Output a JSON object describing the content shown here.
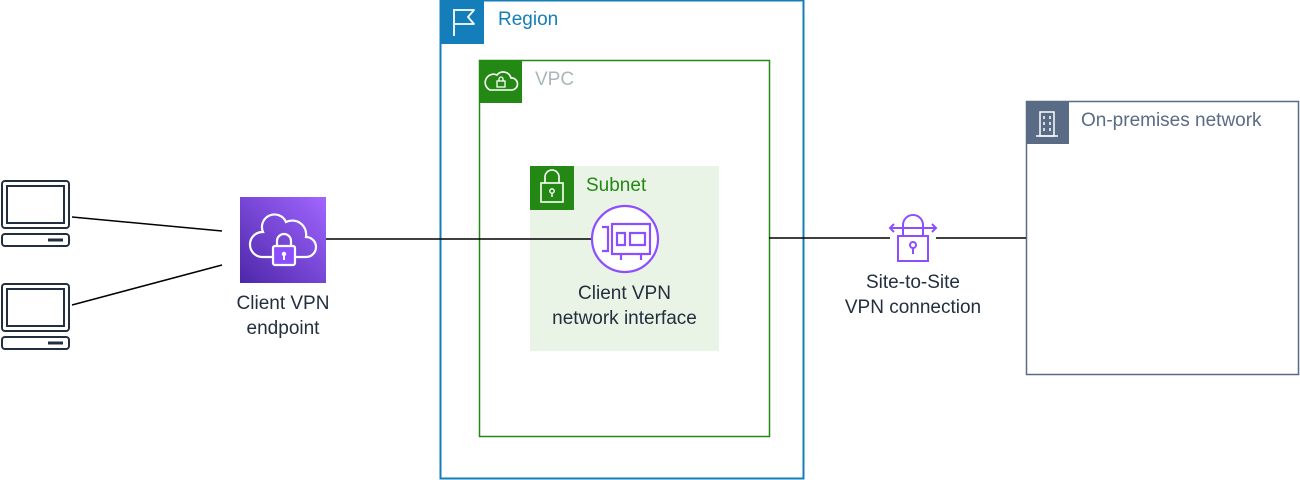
{
  "groups": {
    "region": {
      "title": "Region",
      "icon": "flag-icon",
      "color": "#147eba"
    },
    "vpc": {
      "title": "VPC",
      "icon": "cloud-lock-icon",
      "color": "#248814"
    },
    "subnet": {
      "title": "Subnet",
      "icon": "padlock-icon",
      "color": "#248814",
      "fill": "#e9f3e6"
    },
    "onprem": {
      "title": "On-premises network",
      "icon": "building-icon",
      "color": "#5a6b86"
    }
  },
  "nodes": {
    "client_vpn_endpoint": {
      "line1": "Client VPN",
      "line2": "endpoint",
      "icon": "cloud-padlock-icon",
      "color": "#8c4fff"
    },
    "client_vpn_eni": {
      "line1": "Client VPN",
      "line2": "network interface",
      "icon": "network-interface-icon",
      "color": "#8c4fff"
    },
    "site_to_site": {
      "line1": "Site-to-Site",
      "line2": "VPN connection",
      "icon": "vpn-connection-icon",
      "color": "#8c4fff"
    },
    "clients": {
      "count": 2,
      "icon": "desktop-computer-icon"
    }
  }
}
